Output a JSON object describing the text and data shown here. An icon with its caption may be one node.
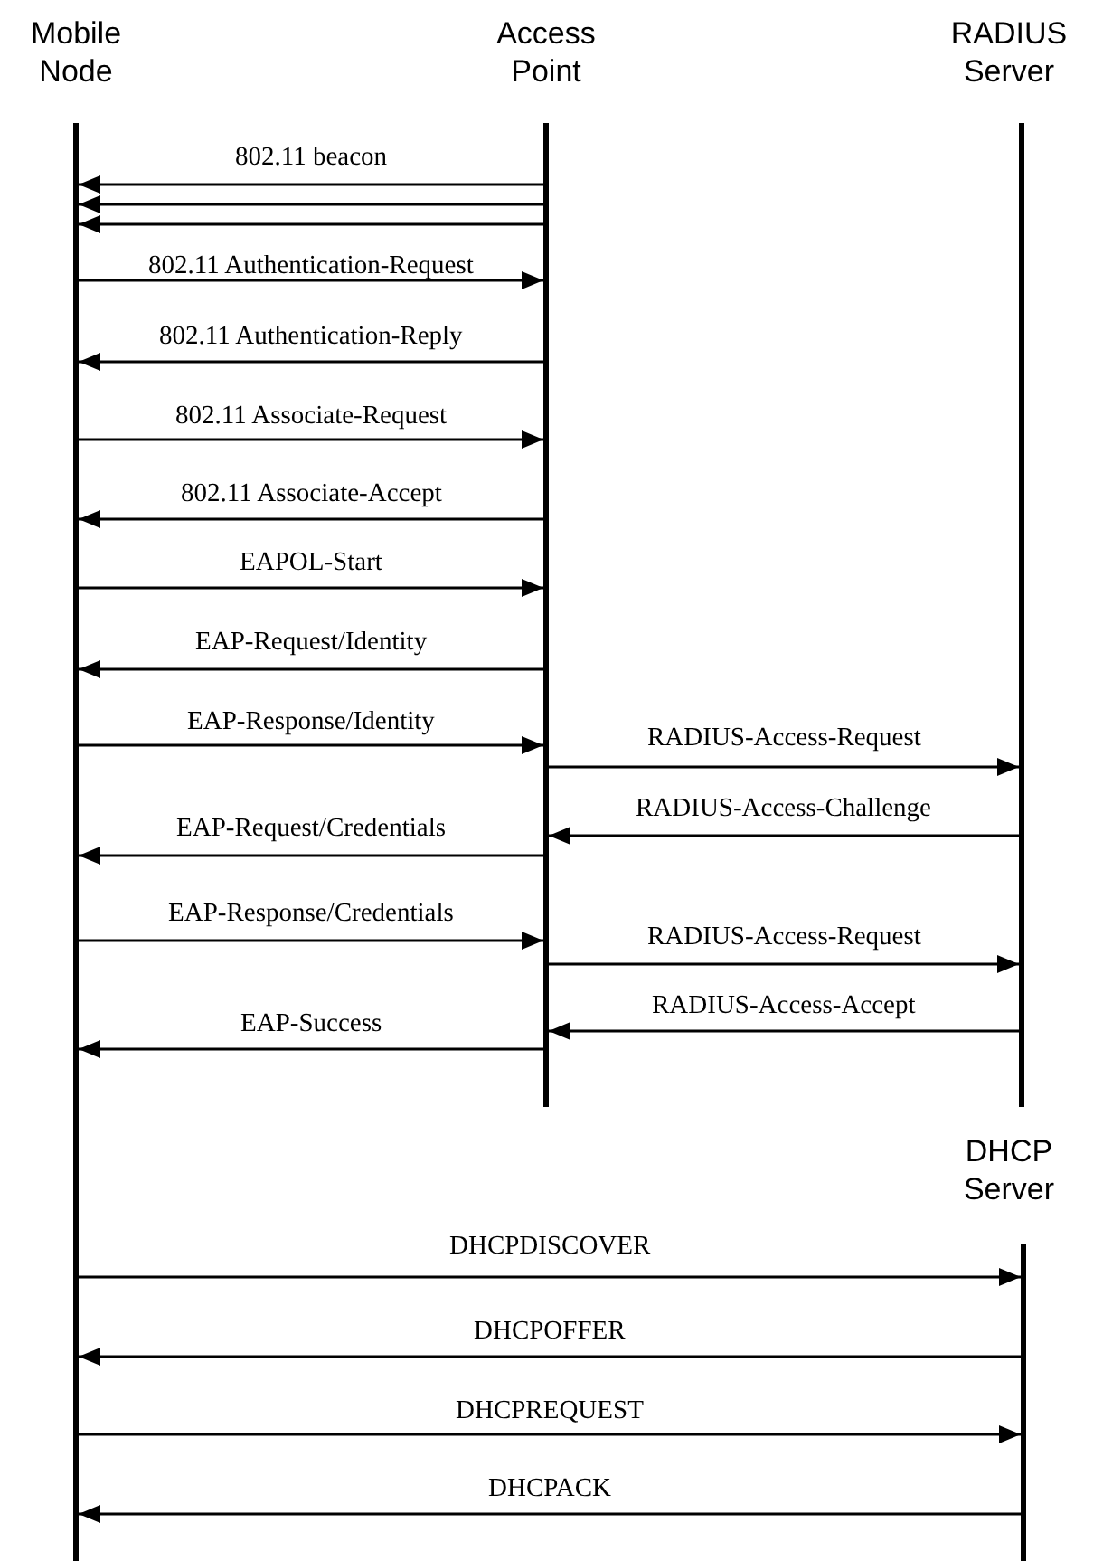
{
  "diagram": {
    "nodes": [
      {
        "text": [
          "Mobile Node"
        ]
      },
      {
        "text": [
          "Access Point"
        ]
      },
      {
        "text": [
          "RADIUS Server"
        ]
      },
      {
        "text": [
          "DHCP Server"
        ]
      }
    ],
    "edges": [
      {
        "from": 1,
        "to": 0,
        "arrow": "to",
        "label": "802.11 beacon"
      },
      {
        "from": 1,
        "to": 0,
        "arrow": "to"
      },
      {
        "from": 1,
        "to": 0,
        "arrow": "to"
      },
      {
        "from": 0,
        "to": 1,
        "arrow": "to",
        "label": "802.11 Authentication-Request"
      },
      {
        "from": 1,
        "to": 0,
        "arrow": "to",
        "label": "802.11 Authentication-Reply"
      },
      {
        "from": 0,
        "to": 1,
        "arrow": "to",
        "label": "802.11 Associate-Request"
      },
      {
        "from": 1,
        "to": 0,
        "arrow": "to",
        "label": "802.11 Associate-Accept"
      },
      {
        "from": 0,
        "to": 1,
        "arrow": "to",
        "label": "EAPOL-Start"
      },
      {
        "from": 1,
        "to": 0,
        "arrow": "to",
        "label": "EAP-Request/Identity"
      },
      {
        "from": 0,
        "to": 1,
        "arrow": "to",
        "label": "EAP-Response/Identity"
      },
      {
        "from": 1,
        "to": 2,
        "arrow": "to",
        "label": "RADIUS-Access-Request"
      },
      {
        "from": 2,
        "to": 1,
        "arrow": "to",
        "label": "RADIUS-Access-Challenge"
      },
      {
        "from": 1,
        "to": 0,
        "arrow": "to",
        "label": "EAP-Request/Credentials"
      },
      {
        "from": 0,
        "to": 1,
        "arrow": "to",
        "label": "EAP-Response/Credentials"
      },
      {
        "from": 1,
        "to": 2,
        "arrow": "to",
        "label": "RADIUS-Access-Request"
      },
      {
        "from": 2,
        "to": 1,
        "arrow": "to",
        "label": "RADIUS-Access-Accept"
      },
      {
        "from": 1,
        "to": 0,
        "arrow": "to",
        "label": "EAP-Success"
      },
      {
        "from": 0,
        "to": 3,
        "arrow": "to",
        "label": "DHCPDISCOVER"
      },
      {
        "from": 3,
        "to": 0,
        "arrow": "to",
        "label": "DHCPOFFER"
      },
      {
        "from": 0,
        "to": 3,
        "arrow": "to",
        "label": "DHCPREQUEST"
      },
      {
        "from": 3,
        "to": 0,
        "arrow": "to",
        "label": "DHCPACK"
      }
    ]
  }
}
